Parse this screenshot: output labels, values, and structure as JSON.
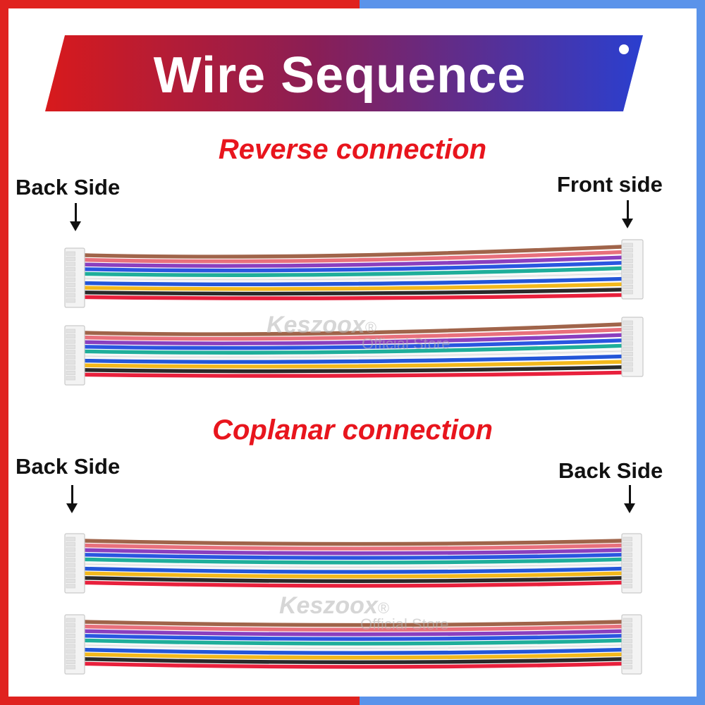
{
  "header": {
    "title": "Wire Sequence"
  },
  "sections": [
    {
      "title": "Reverse connection",
      "left_label": "Back Side",
      "right_label": "Front side"
    },
    {
      "title": "Coplanar connection",
      "left_label": "Back Side",
      "right_label": "Back Side"
    }
  ],
  "watermark": {
    "brand": "Keszoox",
    "mark": "®",
    "store": "Official Store"
  },
  "colors": {
    "frame_red": "#e0221f",
    "frame_blue": "#5a93ea",
    "title_red": "#e8151d",
    "wires": [
      "#a0644a",
      "#e8707c",
      "#8a3fbf",
      "#2a56e0",
      "#1fae9a",
      "#ffffff",
      "#2456d8",
      "#f2b81c",
      "#2a2a2a",
      "#e8203c"
    ]
  }
}
